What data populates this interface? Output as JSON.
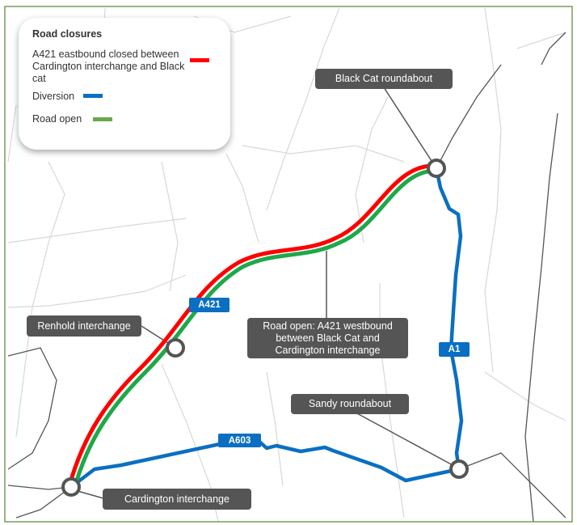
{
  "legend": {
    "title": "Road closures",
    "items": [
      {
        "label": "A421 eastbound closed between Cardington interchange and Black cat",
        "color": "#ff0000"
      },
      {
        "label": "Diversion",
        "color": "#0a6fc2"
      },
      {
        "label": "Road open",
        "color": "#6aa84f"
      }
    ]
  },
  "callouts": {
    "black_cat": "Black Cat roundabout",
    "renhold": "Renhold interchange",
    "road_open": "Road open: A421 westbound between Black Cat and Cardington interchange",
    "sandy": "Sandy roundabout",
    "cardington": "Cardington interchange"
  },
  "road_labels": {
    "a421": "A421",
    "a1": "A1",
    "a603": "A603"
  },
  "colors": {
    "closed": "#ff0000",
    "open": "#1ea84a",
    "diversion": "#0a6fc2",
    "frame": "#7a9c5a",
    "callout": "#555555"
  }
}
